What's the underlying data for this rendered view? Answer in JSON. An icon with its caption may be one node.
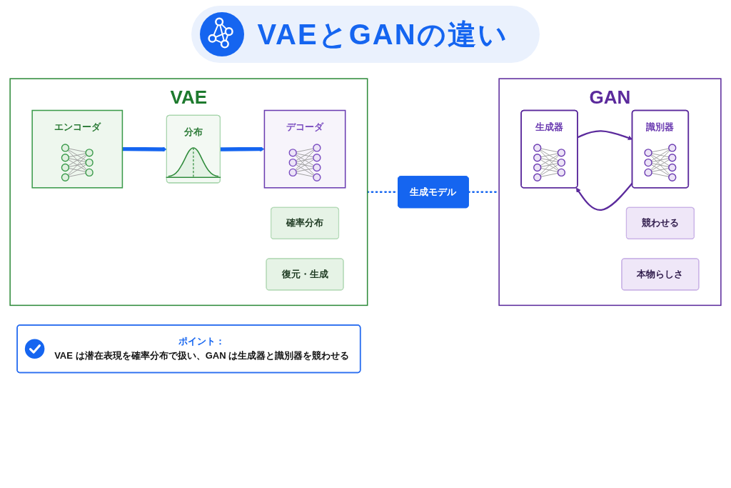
{
  "diagram": {
    "title": "VAEとGANの違い",
    "nodes": [
      {
        "text": [
          "VAE"
        ]
      },
      {
        "text": [
          "エンコーダ"
        ],
        "in": 0
      },
      {
        "text": [
          "分布"
        ],
        "in": 0
      },
      {
        "text": [
          "デコーダ"
        ],
        "in": 0
      },
      {
        "text": [
          "確率分布"
        ],
        "in": 0
      },
      {
        "text": [
          "復元・生成"
        ],
        "in": 0
      },
      {
        "text": [
          "生成モデル"
        ]
      },
      {
        "text": [
          "GAN"
        ]
      },
      {
        "text": [
          "生成器"
        ],
        "in": 7
      },
      {
        "text": [
          "識別器"
        ],
        "in": 7
      },
      {
        "text": [
          "競わせる"
        ],
        "in": 7
      },
      {
        "text": [
          "本物らしさ"
        ],
        "in": 7
      },
      {
        "text": [
          "ポイント：",
          "VAE は潜在表現を確率分布で扱い、GAN は生成器と識別器を競わせる"
        ]
      }
    ],
    "edges": [
      {
        "from": 1,
        "to": 2,
        "arrow": "to",
        "style": "thick"
      },
      {
        "from": 2,
        "to": 3,
        "arrow": "to",
        "style": "thick"
      },
      {
        "from": 0,
        "to": 6,
        "arrow": "none",
        "style": "dashed"
      },
      {
        "from": 6,
        "to": 7,
        "arrow": "none",
        "style": "dashed"
      },
      {
        "from": 8,
        "to": 9,
        "arrow": "to",
        "color": "#5b2a9c"
      },
      {
        "from": 9,
        "to": 8,
        "arrow": "to",
        "color": "#5b2a9c"
      }
    ]
  }
}
